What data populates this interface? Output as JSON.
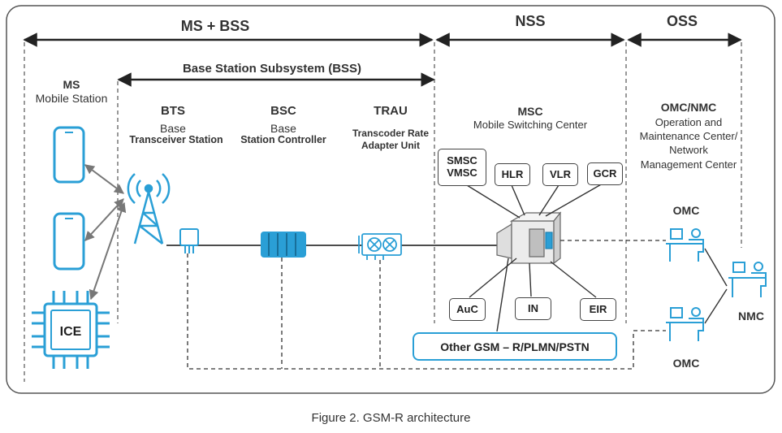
{
  "segments": {
    "ms_bss": "MS + BSS",
    "nss": "NSS",
    "oss": "OSS"
  },
  "bss_span": "Base Station Subsystem (BSS)",
  "ms": {
    "title": "MS",
    "subtitle": "Mobile Station",
    "chip_label": "ICE"
  },
  "bts": {
    "title": "BTS",
    "line1": "Base",
    "line2": "Transceiver Station"
  },
  "bsc": {
    "title": "BSC",
    "line1": "Base",
    "line2": "Station Controller"
  },
  "trau": {
    "title": "TRAU",
    "line1": "Transcoder Rate",
    "line2": "Adapter Unit"
  },
  "msc": {
    "title": "MSC",
    "subtitle": "Mobile Switching Center"
  },
  "omc_nmc": {
    "title": "OMC/NMC",
    "line1": "Operation and",
    "line2": "Maintenance Center/",
    "line3": "Network",
    "line4": "Management Center"
  },
  "nss_boxes": {
    "smsc": "SMSC",
    "vmsc": "VMSC",
    "hlr": "HLR",
    "vlr": "VLR",
    "gcr": "GCR",
    "auc": "AuC",
    "in": "IN",
    "eir": "EIR"
  },
  "other_networks": "Other GSM – R/PLMN/PSTN",
  "omc_top": "OMC",
  "omc_bottom": "OMC",
  "nmc": "NMC",
  "caption": "Figure 2.  GSM-R architecture",
  "colors": {
    "accent": "#2a9fd6",
    "frame": "#555555",
    "line": "#333333",
    "device_gray": "#d8d8d8"
  }
}
